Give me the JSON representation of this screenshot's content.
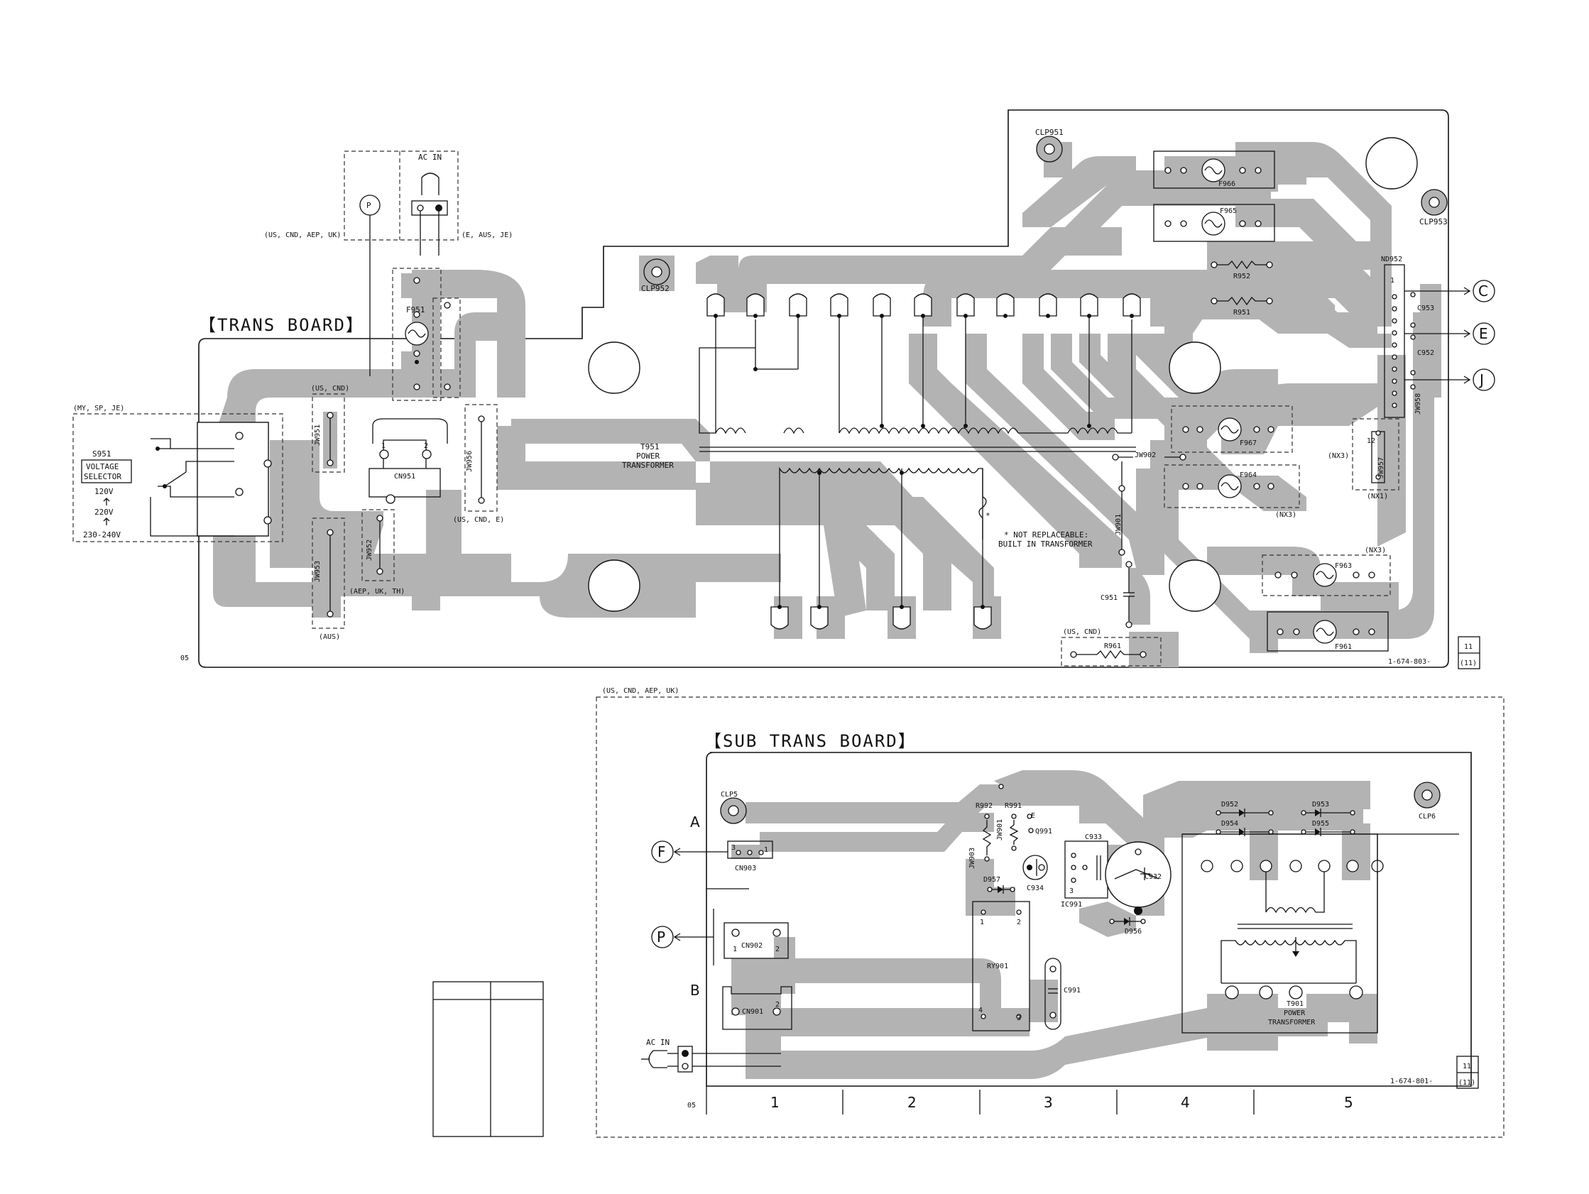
{
  "trans_board": {
    "title": "【TRANS BOARD】",
    "board_number": "1-674-803-",
    "rev_top": "11",
    "rev_bottom": "(11)",
    "corner_code": "05",
    "ac_in": "AC IN",
    "region_top_left": "(US, CND, AEP, UK)",
    "region_top_right": "(E, AUS, JE)",
    "region_selector": "(MY, SP, JE)",
    "selector_ref": "S951",
    "selector_name_1": "VOLTAGE",
    "selector_name_2": "SELECTOR",
    "volt_120": "120V",
    "volt_220": "220V",
    "volt_230": "230-240V",
    "connector_p": "P",
    "connector_c": "C",
    "connector_e": "E",
    "connector_j": "J",
    "transformer_ref": "T951",
    "transformer_name_1": "POWER",
    "transformer_name_2": "TRANSFORMER",
    "note_1": "* NOT REPLACEABLE:",
    "note_2": "BUILT IN TRANSFORMER",
    "asterisk": "*",
    "refs": {
      "clp951": "CLP951",
      "clp952": "CLP952",
      "clp953": "CLP953",
      "f951": "F951",
      "f961": "F961",
      "f963": "F963",
      "f964": "F964",
      "f965": "F965",
      "f966": "F966",
      "f967": "F967",
      "r951": "R951",
      "r952": "R952",
      "r961": "R961",
      "c951": "C951",
      "c952": "C952",
      "c953": "C953",
      "cn951": "CN951",
      "nd952": "ND952",
      "jw902": "JW902",
      "jw951": "JW951",
      "jw952": "JW952",
      "jw953": "JW953",
      "jw956": "JW956",
      "jw957": "JW957",
      "jw958": "JW958",
      "jw901": "JW901",
      "pin1": "1",
      "pin2": "2",
      "pin12": "12"
    },
    "region_labels": {
      "us_cnd": "(US, CND)",
      "us_cnd_e": "(US, CND, E)",
      "aep_uk_th": "(AEP, UK, TH)",
      "aus": "(AUS)",
      "nx3": "(NX3)",
      "nx1": "(NX1)",
      "us_cnd_r961": "(US, CND)"
    }
  },
  "sub_trans_board": {
    "title": "【SUB TRANS BOARD】",
    "region": "(US, CND, AEP, UK)",
    "board_number": "1-674-801-",
    "rev_top": "11",
    "rev_bottom": "(11)",
    "corner_code": "05",
    "row_a": "A",
    "row_b": "B",
    "connector_f": "F",
    "connector_p": "P",
    "ac_in": "AC IN",
    "transformer_ref": "T901",
    "transformer_name_1": "POWER",
    "transformer_name_2": "TRANSFORMER",
    "refs": {
      "clp5": "CLP5",
      "clp6": "CLP6",
      "cn901": "CN901",
      "cn902": "CN902",
      "cn903": "CN903",
      "d952": "D952",
      "d953": "D953",
      "d954": "D954",
      "d955": "D955",
      "d956": "D956",
      "d957": "D957",
      "r991": "R991",
      "r992": "R992",
      "q991": "Q991",
      "c932": "C932",
      "c933": "C933",
      "c934": "C934",
      "c991": "C991",
      "ic991": "IC991",
      "jw901": "JW901",
      "jw903": "JW903",
      "ry901": "RY901",
      "e": "E",
      "p1": "1",
      "p2": "2",
      "p3": "3",
      "p4": "4"
    },
    "columns": [
      "1",
      "2",
      "3",
      "4",
      "5"
    ]
  },
  "colors": {
    "trace": "#b3b3b3",
    "ink": "#111111"
  }
}
